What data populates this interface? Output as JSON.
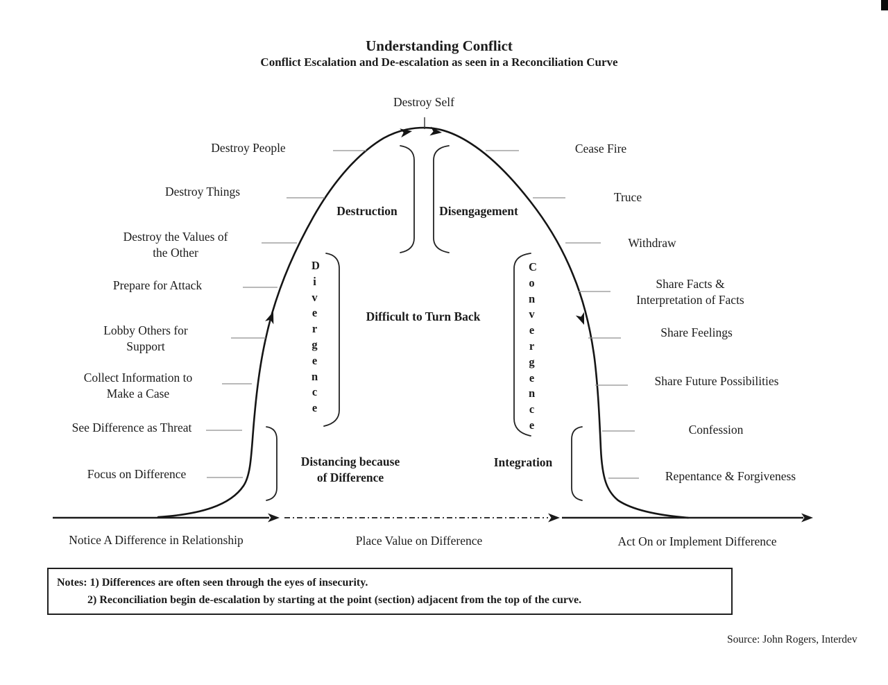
{
  "title": {
    "main": "Understanding Conflict",
    "subtitle": "Conflict Escalation and De-escalation as seen in a Reconciliation Curve"
  },
  "curve_labels": {
    "apex": "Destroy Self",
    "left": [
      {
        "l1": "Destroy People"
      },
      {
        "l1": "Destroy Things"
      },
      {
        "l1": "Destroy the Values of",
        "l2": "the Other"
      },
      {
        "l1": "Prepare for Attack"
      },
      {
        "l1": "Lobby Others for",
        "l2": "Support"
      },
      {
        "l1": "Collect Information to",
        "l2": "Make a Case"
      },
      {
        "l1": "See Difference as Threat"
      },
      {
        "l1": "Focus on Difference"
      }
    ],
    "right": [
      {
        "l1": "Cease Fire"
      },
      {
        "l1": "Truce"
      },
      {
        "l1": "Withdraw"
      },
      {
        "l1": "Share Facts &",
        "l2": "Interpretation of Facts"
      },
      {
        "l1": "Share Feelings"
      },
      {
        "l1": "Share Future Possibilities"
      },
      {
        "l1": "Confession"
      },
      {
        "l1": "Repentance & Forgiveness"
      }
    ]
  },
  "inner": {
    "destruction": "Destruction",
    "disengagement": "Disengagement",
    "divergence": "Divergence",
    "convergence": "Convergence",
    "difficult": "Difficult to Turn Back",
    "distancing_l1": "Distancing because",
    "distancing_l2": "of Difference",
    "integration": "Integration"
  },
  "axis": {
    "left": "Notice A Difference in Relationship",
    "center": "Place Value on Difference",
    "right": "Act On or Implement Difference"
  },
  "notes": {
    "line1": "Notes: 1) Differences are often seen through the eyes of insecurity.",
    "line2": "2) Reconciliation begin de-escalation by starting at the point (section) adjacent from the top of the curve."
  },
  "source": "Source: John Rogers, Interdev",
  "colors": {
    "ink": "#1b1b1b",
    "curve": "#151515",
    "tick": "#8f8f8f",
    "background": "#ffffff"
  }
}
